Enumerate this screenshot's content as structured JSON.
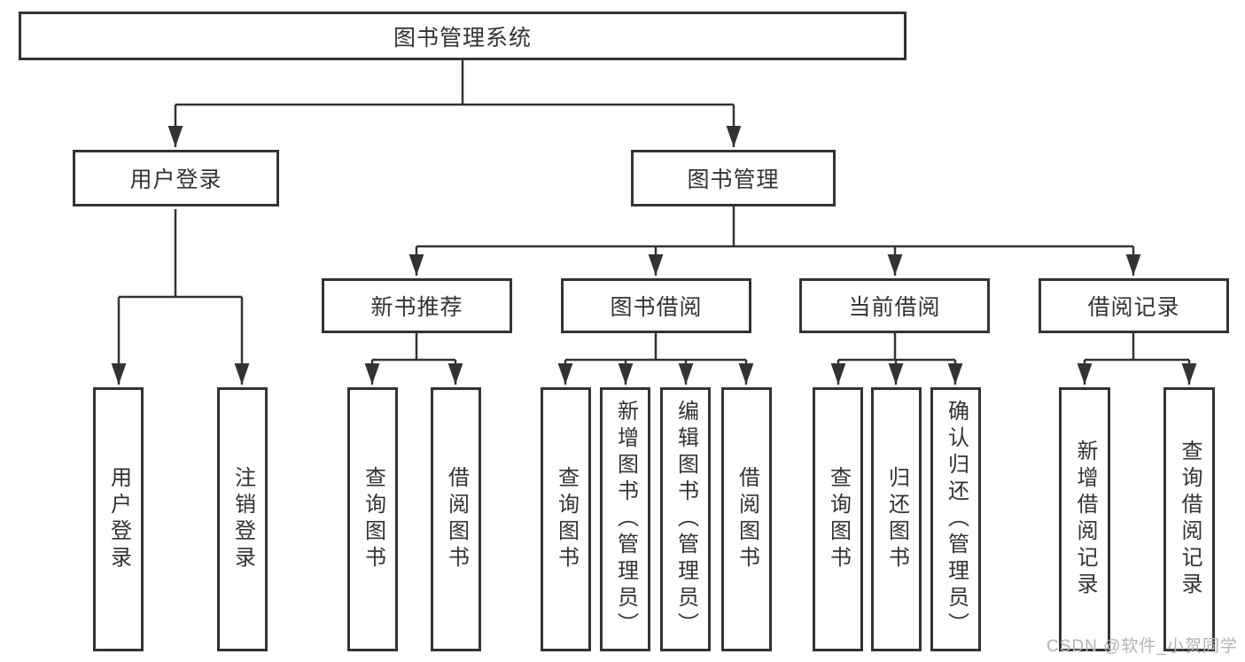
{
  "diagram_type": "function-structure-tree",
  "tree": {
    "label": "图书管理系统",
    "children": [
      {
        "label": "用户登录",
        "children": [
          {
            "label": "用户登录"
          },
          {
            "label": "注销登录"
          }
        ]
      },
      {
        "label": "图书管理",
        "children": [
          {
            "label": "新书推荐",
            "children": [
              {
                "label": "查询图书"
              },
              {
                "label": "借阅图书"
              }
            ]
          },
          {
            "label": "图书借阅",
            "children": [
              {
                "label": "查询图书"
              },
              {
                "label": "新增图书（管理员）"
              },
              {
                "label": "编辑图书（管理员）"
              },
              {
                "label": "借阅图书"
              }
            ]
          },
          {
            "label": "当前借阅",
            "children": [
              {
                "label": "查询图书"
              },
              {
                "label": "归还图书"
              },
              {
                "label": "确认归还（管理员）"
              }
            ]
          },
          {
            "label": "借阅记录",
            "children": [
              {
                "label": "新增借阅记录"
              },
              {
                "label": "查询借阅记录"
              }
            ]
          }
        ]
      }
    ]
  },
  "watermark": "CSDN @软件_小贺同学",
  "colors": {
    "line": "#333333",
    "box_border": "#333333",
    "text": "#333333",
    "watermark": "#b4b4b4",
    "background": "#ffffff"
  }
}
